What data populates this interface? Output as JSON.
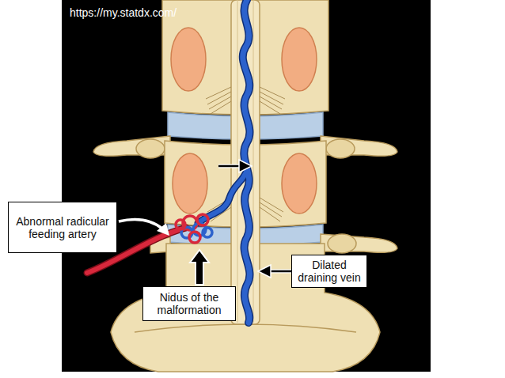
{
  "diagram": {
    "nodes": [
      {
        "text": [
          "Abnormal radicular feeding artery"
        ]
      },
      {
        "text": [
          "Dilated draining vein"
        ]
      },
      {
        "text": [
          "Nidus of the malformation"
        ]
      }
    ],
    "labels": [
      "https://my.statdx.com/"
    ]
  }
}
